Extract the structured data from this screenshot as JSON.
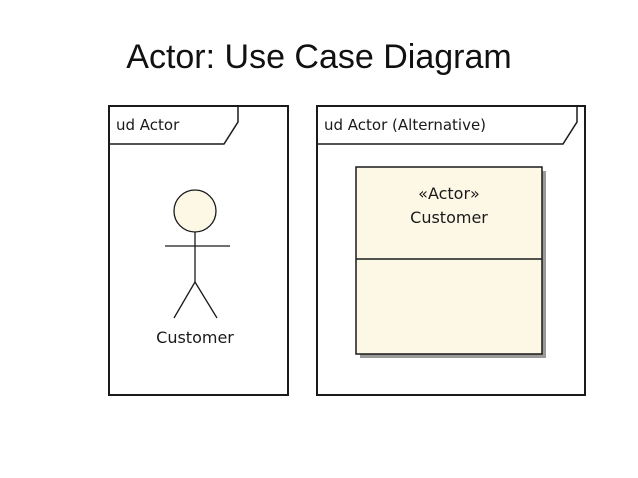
{
  "title": "Actor: Use Case Diagram",
  "frames": [
    {
      "label": "ud Actor",
      "actor_name": "Customer"
    },
    {
      "label": "ud Actor (Alternative)",
      "stereotype": "«Actor»",
      "class_name": "Customer"
    }
  ],
  "colors": {
    "stroke": "#1a1a1a",
    "class_fill": "#fdf8e6",
    "actor_head_fill": "#fdf8e6"
  }
}
